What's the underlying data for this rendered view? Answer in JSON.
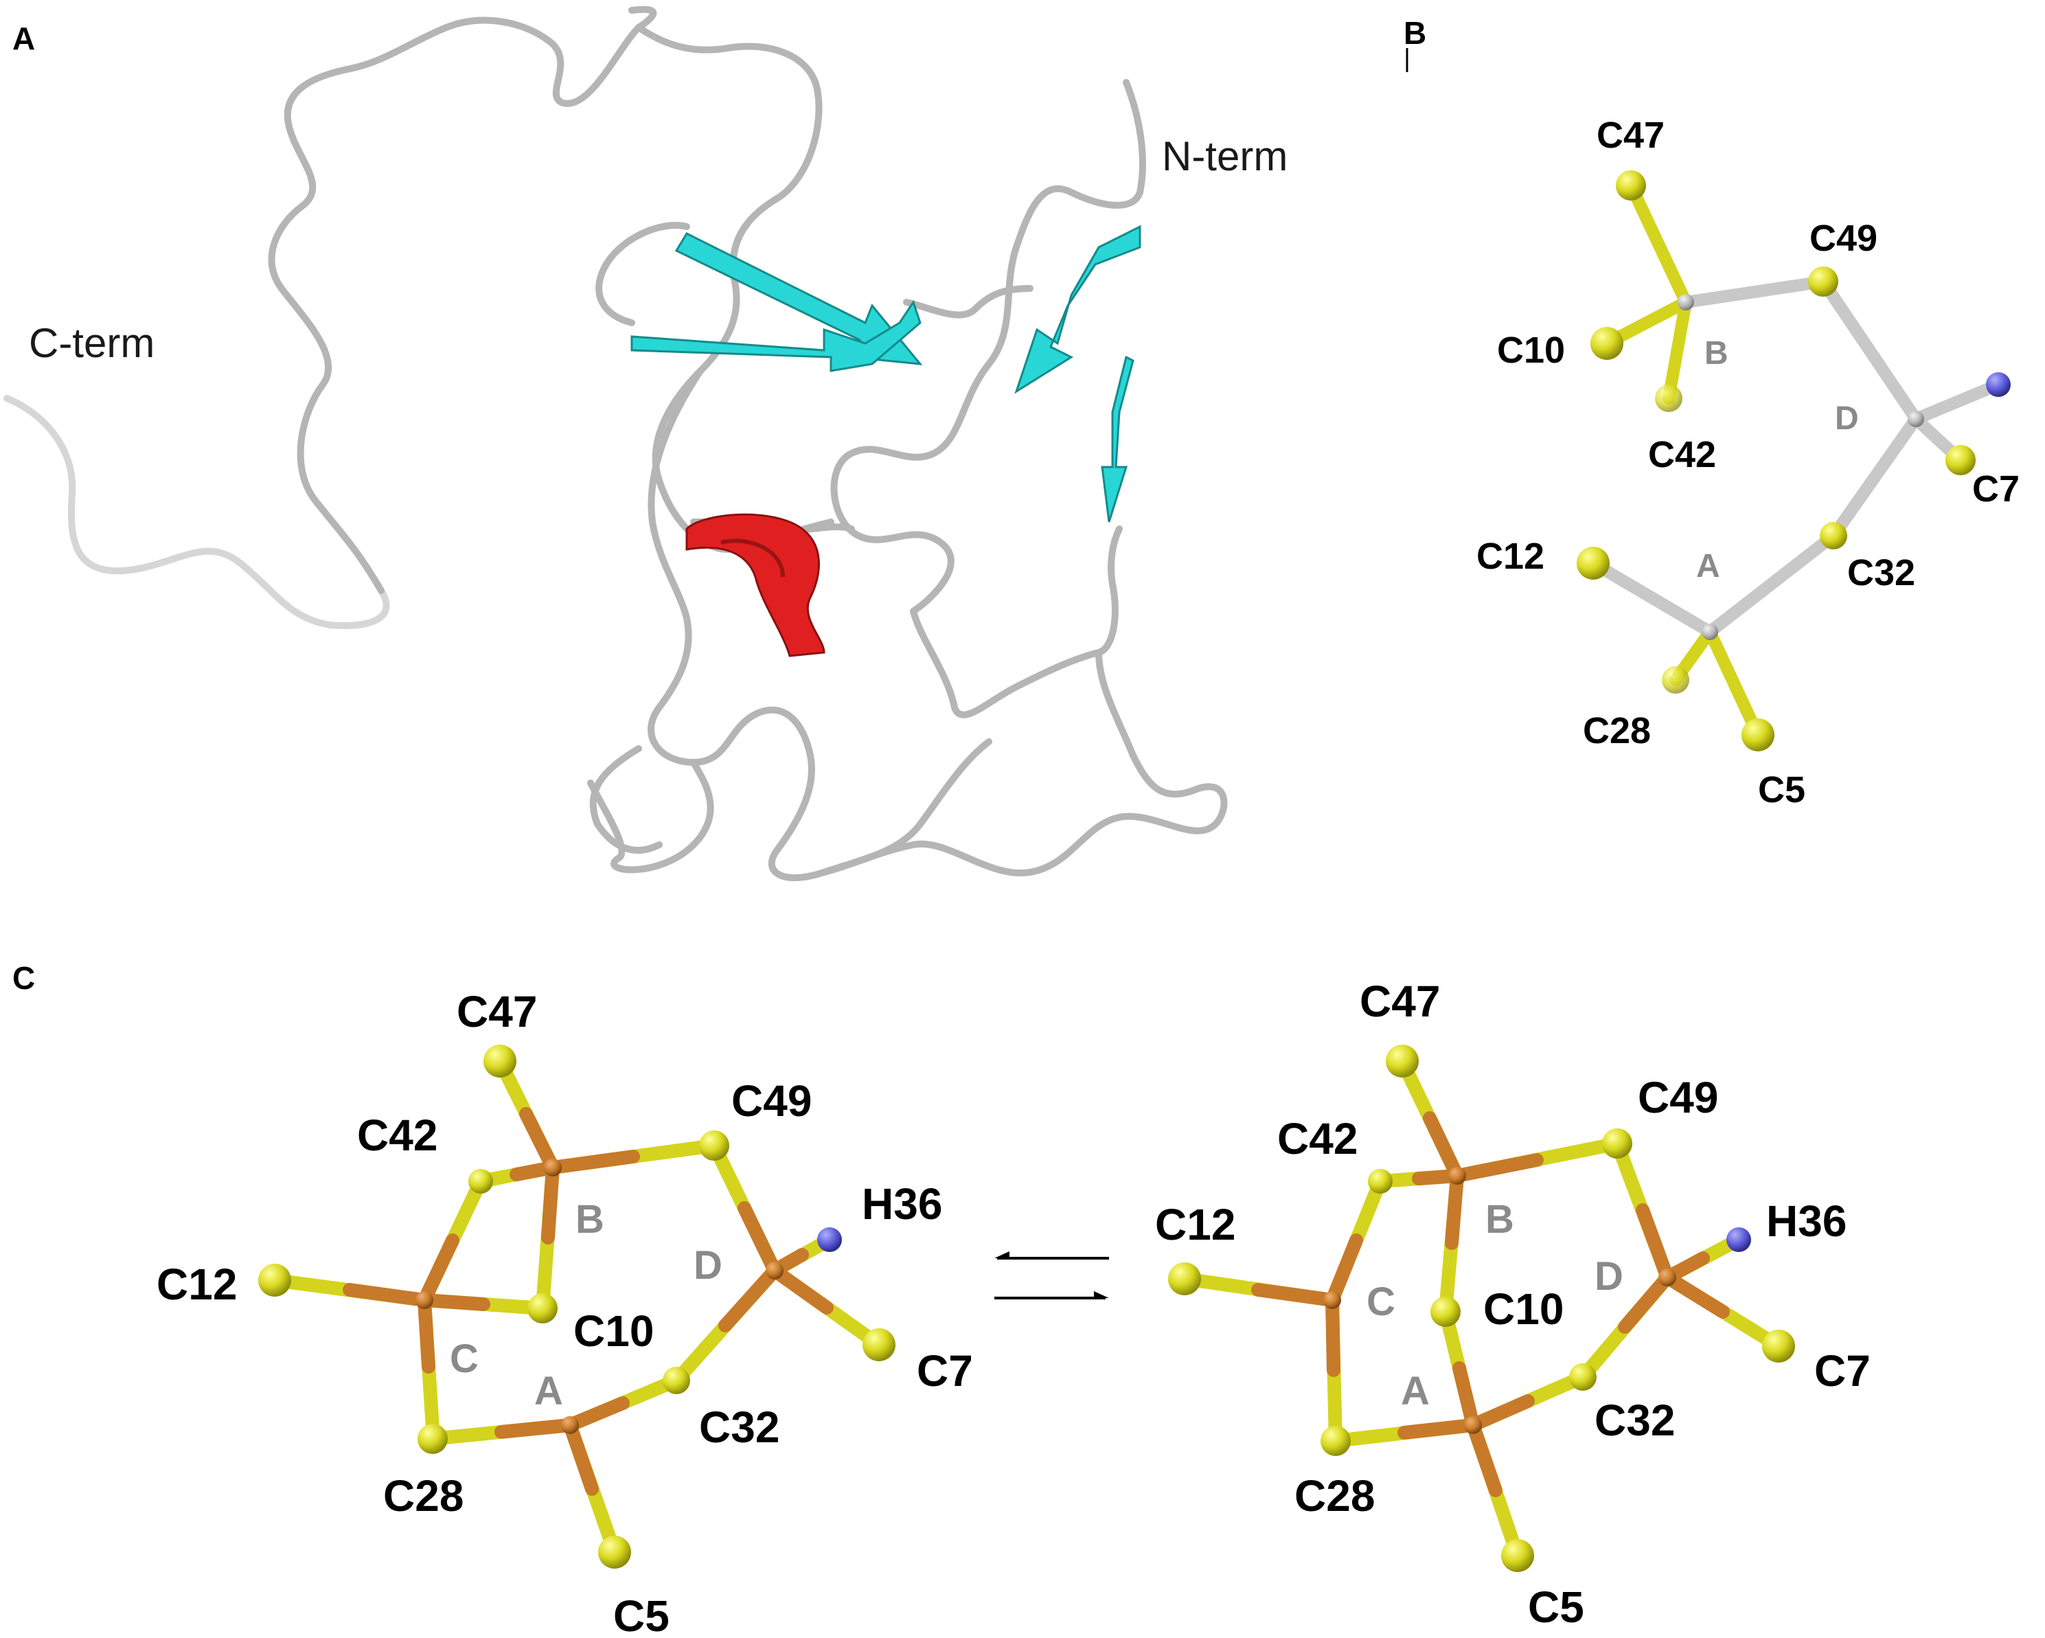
{
  "panels": {
    "a": {
      "label": "A",
      "n_term": "N-term",
      "c_term": "C-term"
    },
    "b": {
      "label": "B",
      "residues": [
        "C47",
        "C49",
        "C10",
        "C42",
        "C7",
        "C12",
        "C32",
        "C28",
        "C5"
      ],
      "sites": [
        "B",
        "D",
        "A"
      ]
    },
    "c": {
      "label": "C",
      "left": {
        "residues": [
          "C47",
          "C42",
          "C49",
          "H36",
          "C12",
          "C10",
          "C7",
          "C32",
          "C28",
          "C5"
        ],
        "sites": [
          "B",
          "D",
          "C",
          "A"
        ]
      },
      "right": {
        "residues": [
          "C47",
          "C42",
          "C49",
          "H36",
          "C12",
          "C10",
          "C7",
          "C32",
          "C28",
          "C5"
        ],
        "sites": [
          "B",
          "D",
          "C",
          "A"
        ]
      }
    }
  },
  "colors": {
    "metal_zinc": "#b8b8b8",
    "metal_cadmium": "#c77a2a",
    "sulfur": "#d4d41e",
    "nitrogen": "#5858d8",
    "coil": "#b5b5b5",
    "beta_strand": "#29d6d6",
    "helix": "#e02020"
  }
}
